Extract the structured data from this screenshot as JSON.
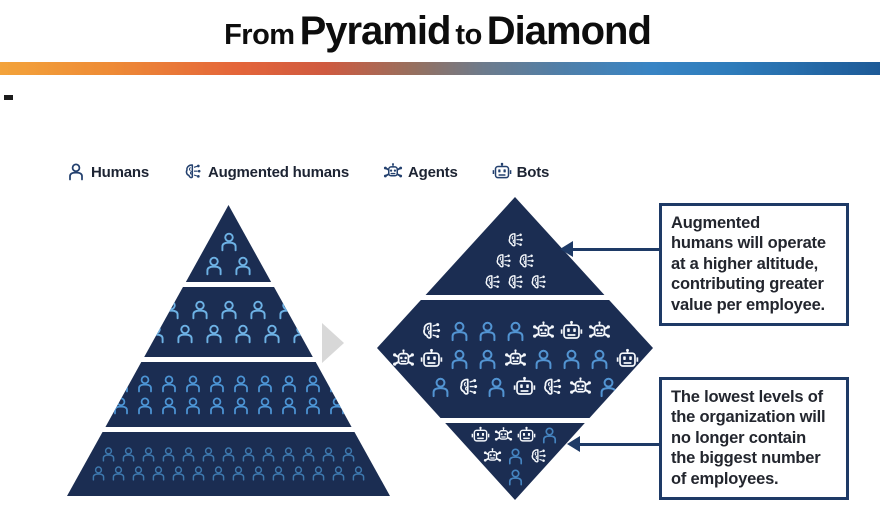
{
  "title": {
    "prefix": "From",
    "word1": "Pyramid",
    "middle": "to",
    "word2": "Diamond"
  },
  "palette": {
    "navy": "#1b2d52",
    "white_icon": "#f4f7fb",
    "legend_icon": "#23406e",
    "border_navy": "#1e3a66",
    "gray_arrow": "#d8d8d8",
    "gradient_start": "#f3a33b",
    "gradient_mid": "#6d7b8c",
    "gradient_end": "#1d5a97"
  },
  "legend": {
    "items": [
      {
        "id": "human",
        "label": "Humans"
      },
      {
        "id": "augmented",
        "label": "Augmented humans"
      },
      {
        "id": "agent",
        "label": "Agents"
      },
      {
        "id": "bot",
        "label": "Bots"
      }
    ]
  },
  "pyramid": {
    "tiers": [
      {
        "human_color": "#6db1e4",
        "rows": [
          [
            "human"
          ],
          [
            "human",
            "human"
          ]
        ]
      },
      {
        "human_color": "#6db1e4",
        "rows": [
          [
            "human",
            "human",
            "human",
            "human",
            "human"
          ],
          [
            "human",
            "human",
            "human",
            "human",
            "human",
            "human"
          ]
        ]
      },
      {
        "human_color": "#4c94d4",
        "rows": [
          [
            "human",
            "human",
            "human",
            "human",
            "human",
            "human",
            "human",
            "human",
            "human",
            "human"
          ],
          [
            "human",
            "human",
            "human",
            "human",
            "human",
            "human",
            "human",
            "human",
            "human",
            "human"
          ]
        ]
      },
      {
        "human_color": "#3d77ad",
        "rows": [
          [
            "human",
            "human",
            "human",
            "human",
            "human",
            "human",
            "human",
            "human",
            "human",
            "human",
            "human",
            "human",
            "human"
          ],
          [
            "human",
            "human",
            "human",
            "human",
            "human",
            "human",
            "human",
            "human",
            "human",
            "human",
            "human",
            "human",
            "human",
            "human"
          ]
        ]
      }
    ]
  },
  "diamond": {
    "sections": [
      {
        "id": "top",
        "human_color": "#5294d2",
        "offsets": [
          0,
          0,
          0
        ],
        "rows": [
          [
            "augmented"
          ],
          [
            "augmented",
            "augmented"
          ],
          [
            "augmented",
            "augmented",
            "augmented"
          ]
        ]
      },
      {
        "id": "middle",
        "human_color": "#5294d2",
        "offsets": [
          0,
          0,
          18
        ],
        "rows": [
          [
            "augmented",
            "human",
            "human",
            "human",
            "agent",
            "bot",
            "agent"
          ],
          [
            "agent",
            "bot",
            "human",
            "human",
            "agent",
            "human",
            "human",
            "human",
            "bot"
          ],
          [
            "human",
            "augmented",
            "human",
            "bot",
            "augmented",
            "agent",
            "human"
          ]
        ]
      },
      {
        "id": "bottom",
        "human_color": "#4584c0",
        "offsets": [
          0,
          0,
          0
        ],
        "rows": [
          [
            "bot",
            "agent",
            "bot",
            "human"
          ],
          [
            "agent",
            "human",
            "augmented"
          ],
          [
            "human"
          ]
        ]
      }
    ]
  },
  "callouts": [
    {
      "text": "Augmented\nhumans will operate\nat a higher altitude,\ncontributing greater\nvalue per employee."
    },
    {
      "text": "The lowest levels of\nthe organization will\nno longer contain\nthe biggest number\nof employees."
    }
  ]
}
